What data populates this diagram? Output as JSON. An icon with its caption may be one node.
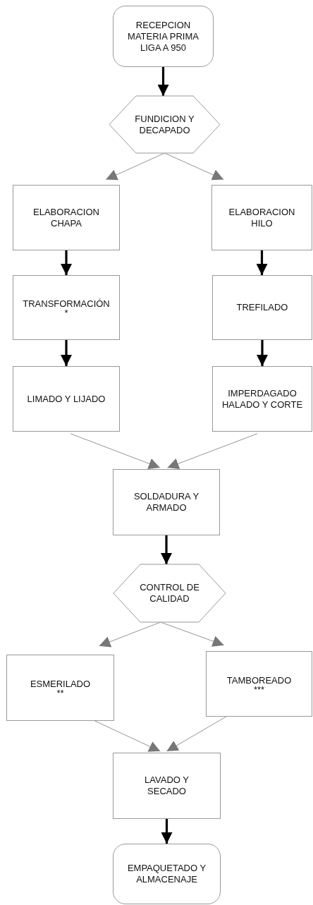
{
  "diagram": {
    "nodes": [
      {
        "text": [
          "RECEPCION MATERIA PRIMA LIGA A 950"
        ]
      },
      {
        "text": [
          "FUNDICION Y DECAPADO"
        ]
      },
      {
        "text": [
          "ELABORACION CHAPA"
        ]
      },
      {
        "text": [
          "ELABORACION HILO"
        ]
      },
      {
        "text": [
          "TRANSFORMACIÓN",
          "*"
        ]
      },
      {
        "text": [
          "TREFILADO"
        ]
      },
      {
        "text": [
          "LIMADO Y LIJADO"
        ]
      },
      {
        "text": [
          "IMPERDAGADO HALADO Y CORTE"
        ]
      },
      {
        "text": [
          "SOLDADURA Y ARMADO"
        ]
      },
      {
        "text": [
          "CONTROL DE CALIDAD"
        ]
      },
      {
        "text": [
          "ESMERILADO",
          "**"
        ]
      },
      {
        "text": [
          "TAMBOREADO",
          "***"
        ]
      },
      {
        "text": [
          "LAVADO Y SECADO"
        ]
      },
      {
        "text": [
          "EMPAQUETADO Y ALMACENAJE"
        ]
      }
    ],
    "edges": [
      {
        "from": 0,
        "to": 1,
        "arrow": "to",
        "style": "thick",
        "color": "#000000"
      },
      {
        "from": 1,
        "to": 2,
        "arrow": "to"
      },
      {
        "from": 1,
        "to": 3,
        "arrow": "to"
      },
      {
        "from": 2,
        "to": 4,
        "arrow": "to",
        "style": "thick",
        "color": "#000000"
      },
      {
        "from": 3,
        "to": 5,
        "arrow": "to",
        "style": "thick",
        "color": "#000000"
      },
      {
        "from": 4,
        "to": 6,
        "arrow": "to",
        "style": "thick",
        "color": "#000000"
      },
      {
        "from": 5,
        "to": 7,
        "arrow": "to",
        "style": "thick",
        "color": "#000000"
      },
      {
        "from": 6,
        "to": 8,
        "arrow": "to"
      },
      {
        "from": 7,
        "to": 8,
        "arrow": "to"
      },
      {
        "from": 8,
        "to": 9,
        "arrow": "to",
        "style": "thick",
        "color": "#000000"
      },
      {
        "from": 9,
        "to": 10,
        "arrow": "to"
      },
      {
        "from": 9,
        "to": 11,
        "arrow": "to"
      },
      {
        "from": 10,
        "to": 12,
        "arrow": "to"
      },
      {
        "from": 11,
        "to": 12,
        "arrow": "to"
      },
      {
        "from": 12,
        "to": 13,
        "arrow": "to",
        "style": "thick",
        "color": "#000000"
      }
    ]
  }
}
